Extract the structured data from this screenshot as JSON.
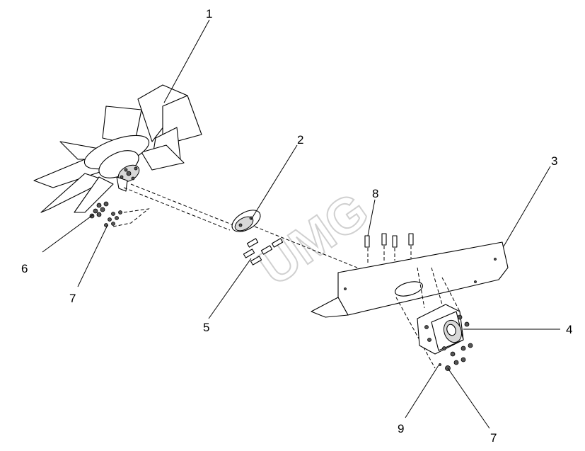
{
  "callouts": [
    {
      "id": "c1",
      "label": "1"
    },
    {
      "id": "c2",
      "label": "2"
    },
    {
      "id": "c3",
      "label": "3"
    },
    {
      "id": "c4",
      "label": "4"
    },
    {
      "id": "c5",
      "label": "5"
    },
    {
      "id": "c6",
      "label": "6"
    },
    {
      "id": "c7a",
      "label": "7"
    },
    {
      "id": "c8",
      "label": "8"
    },
    {
      "id": "c9",
      "label": "9"
    },
    {
      "id": "c7b",
      "label": "7"
    }
  ],
  "watermark": "UMG"
}
